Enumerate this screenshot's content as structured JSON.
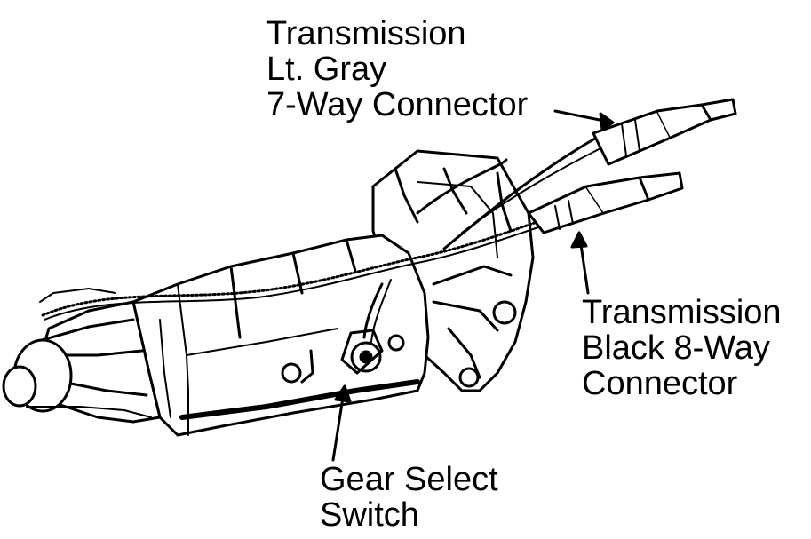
{
  "labels": {
    "seven_way": {
      "line1": "Transmission",
      "line2": "Lt. Gray",
      "line3": "7-Way Connector"
    },
    "eight_way": {
      "line1": "Transmission",
      "line2": "Black 8-Way",
      "line3": "Connector"
    },
    "gear_select": {
      "line1": "Gear Select",
      "line2": "Switch"
    }
  },
  "colors": {
    "ink": "#000000",
    "paper": "#ffffff"
  }
}
